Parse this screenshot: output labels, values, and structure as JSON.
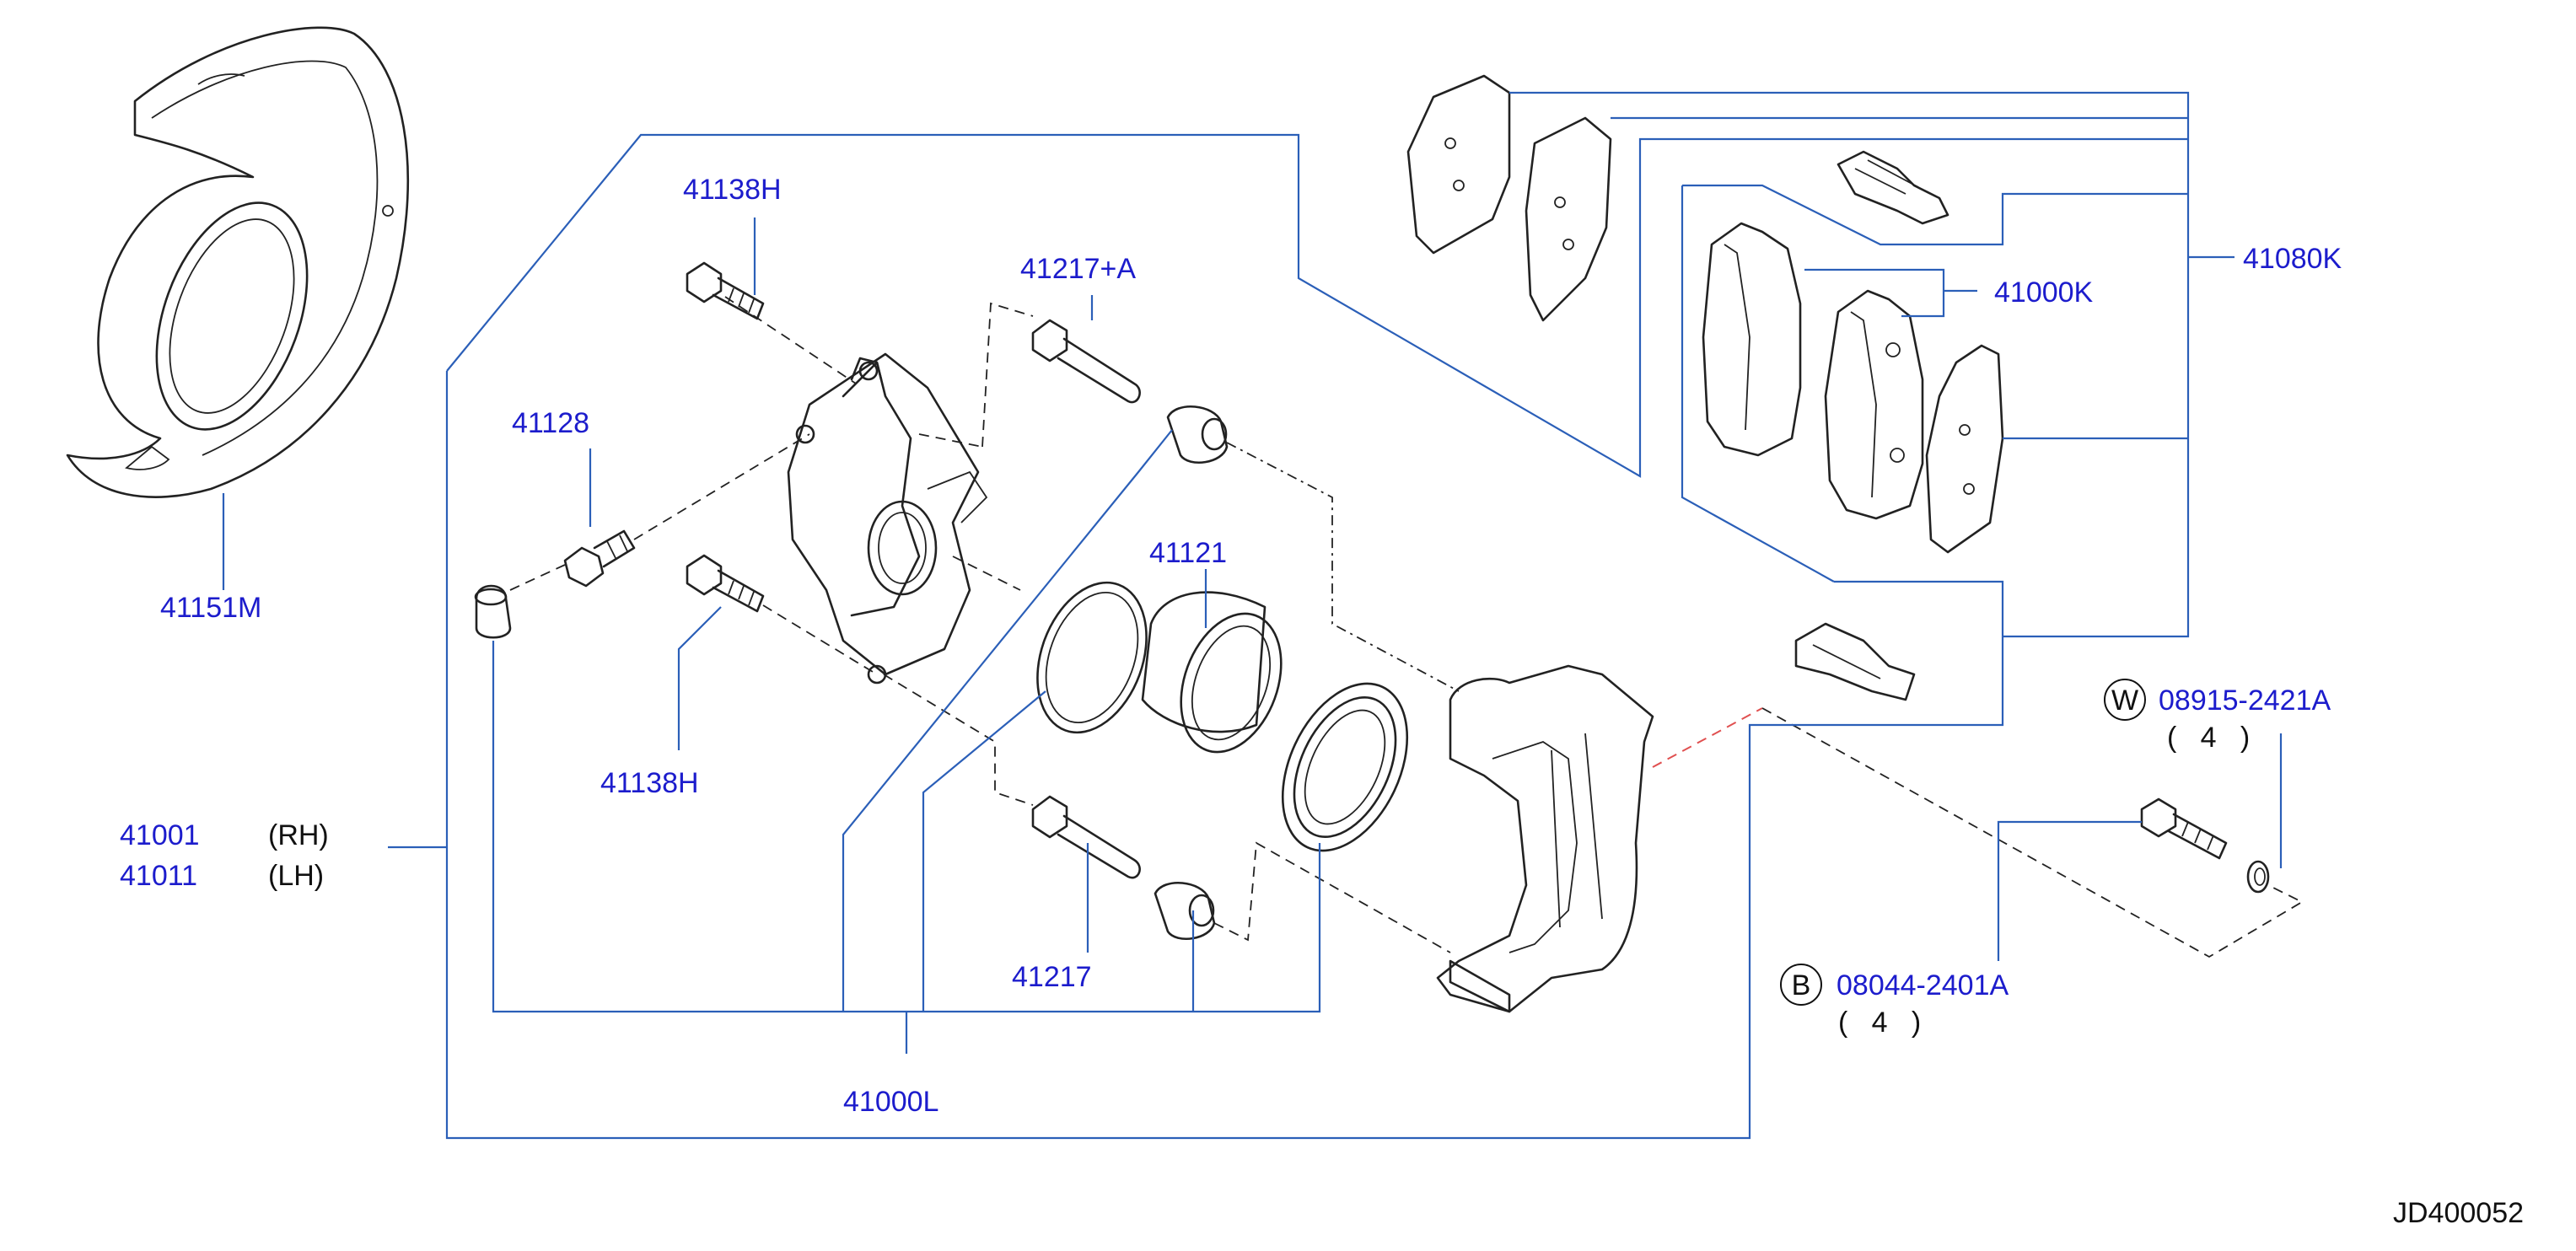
{
  "diagram_id": "JD400052",
  "labels": {
    "p41151m": "41151M",
    "p41138h_top": "41138H",
    "p41138h_bottom": "41138H",
    "p41217a": "41217+A",
    "p41128": "41128",
    "p41121": "41121",
    "p41217": "41217",
    "p41000l": "41000L",
    "p41001": "41001",
    "rh": "(RH)",
    "p41011": "41011",
    "lh": "(LH)",
    "p41080k": "41080K",
    "p41000k": "41000K",
    "w_letter": "W",
    "w_part": "08915-2421A",
    "w_qty": "(   4   )",
    "b_letter": "B",
    "b_part": "08044-2401A",
    "b_qty": "(   4   )"
  }
}
